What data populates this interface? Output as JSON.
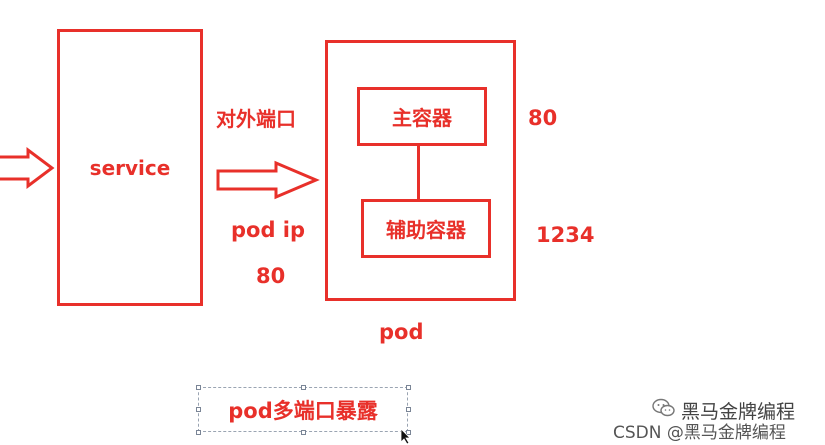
{
  "diagram": {
    "service_label": "service",
    "external_port_label": "对外端口",
    "pod_ip_label": "pod ip",
    "pod_ip_port": "80",
    "main_container_label": "主容器",
    "aux_container_label": "辅助容器",
    "main_port": "80",
    "aux_port": "1234",
    "pod_label": "pod",
    "caption": "pod多端口暴露"
  },
  "watermark": {
    "brand": "黑马金牌编程",
    "source": "CSDN @黑马金牌编程"
  },
  "colors": {
    "accent": "#e8302a"
  }
}
